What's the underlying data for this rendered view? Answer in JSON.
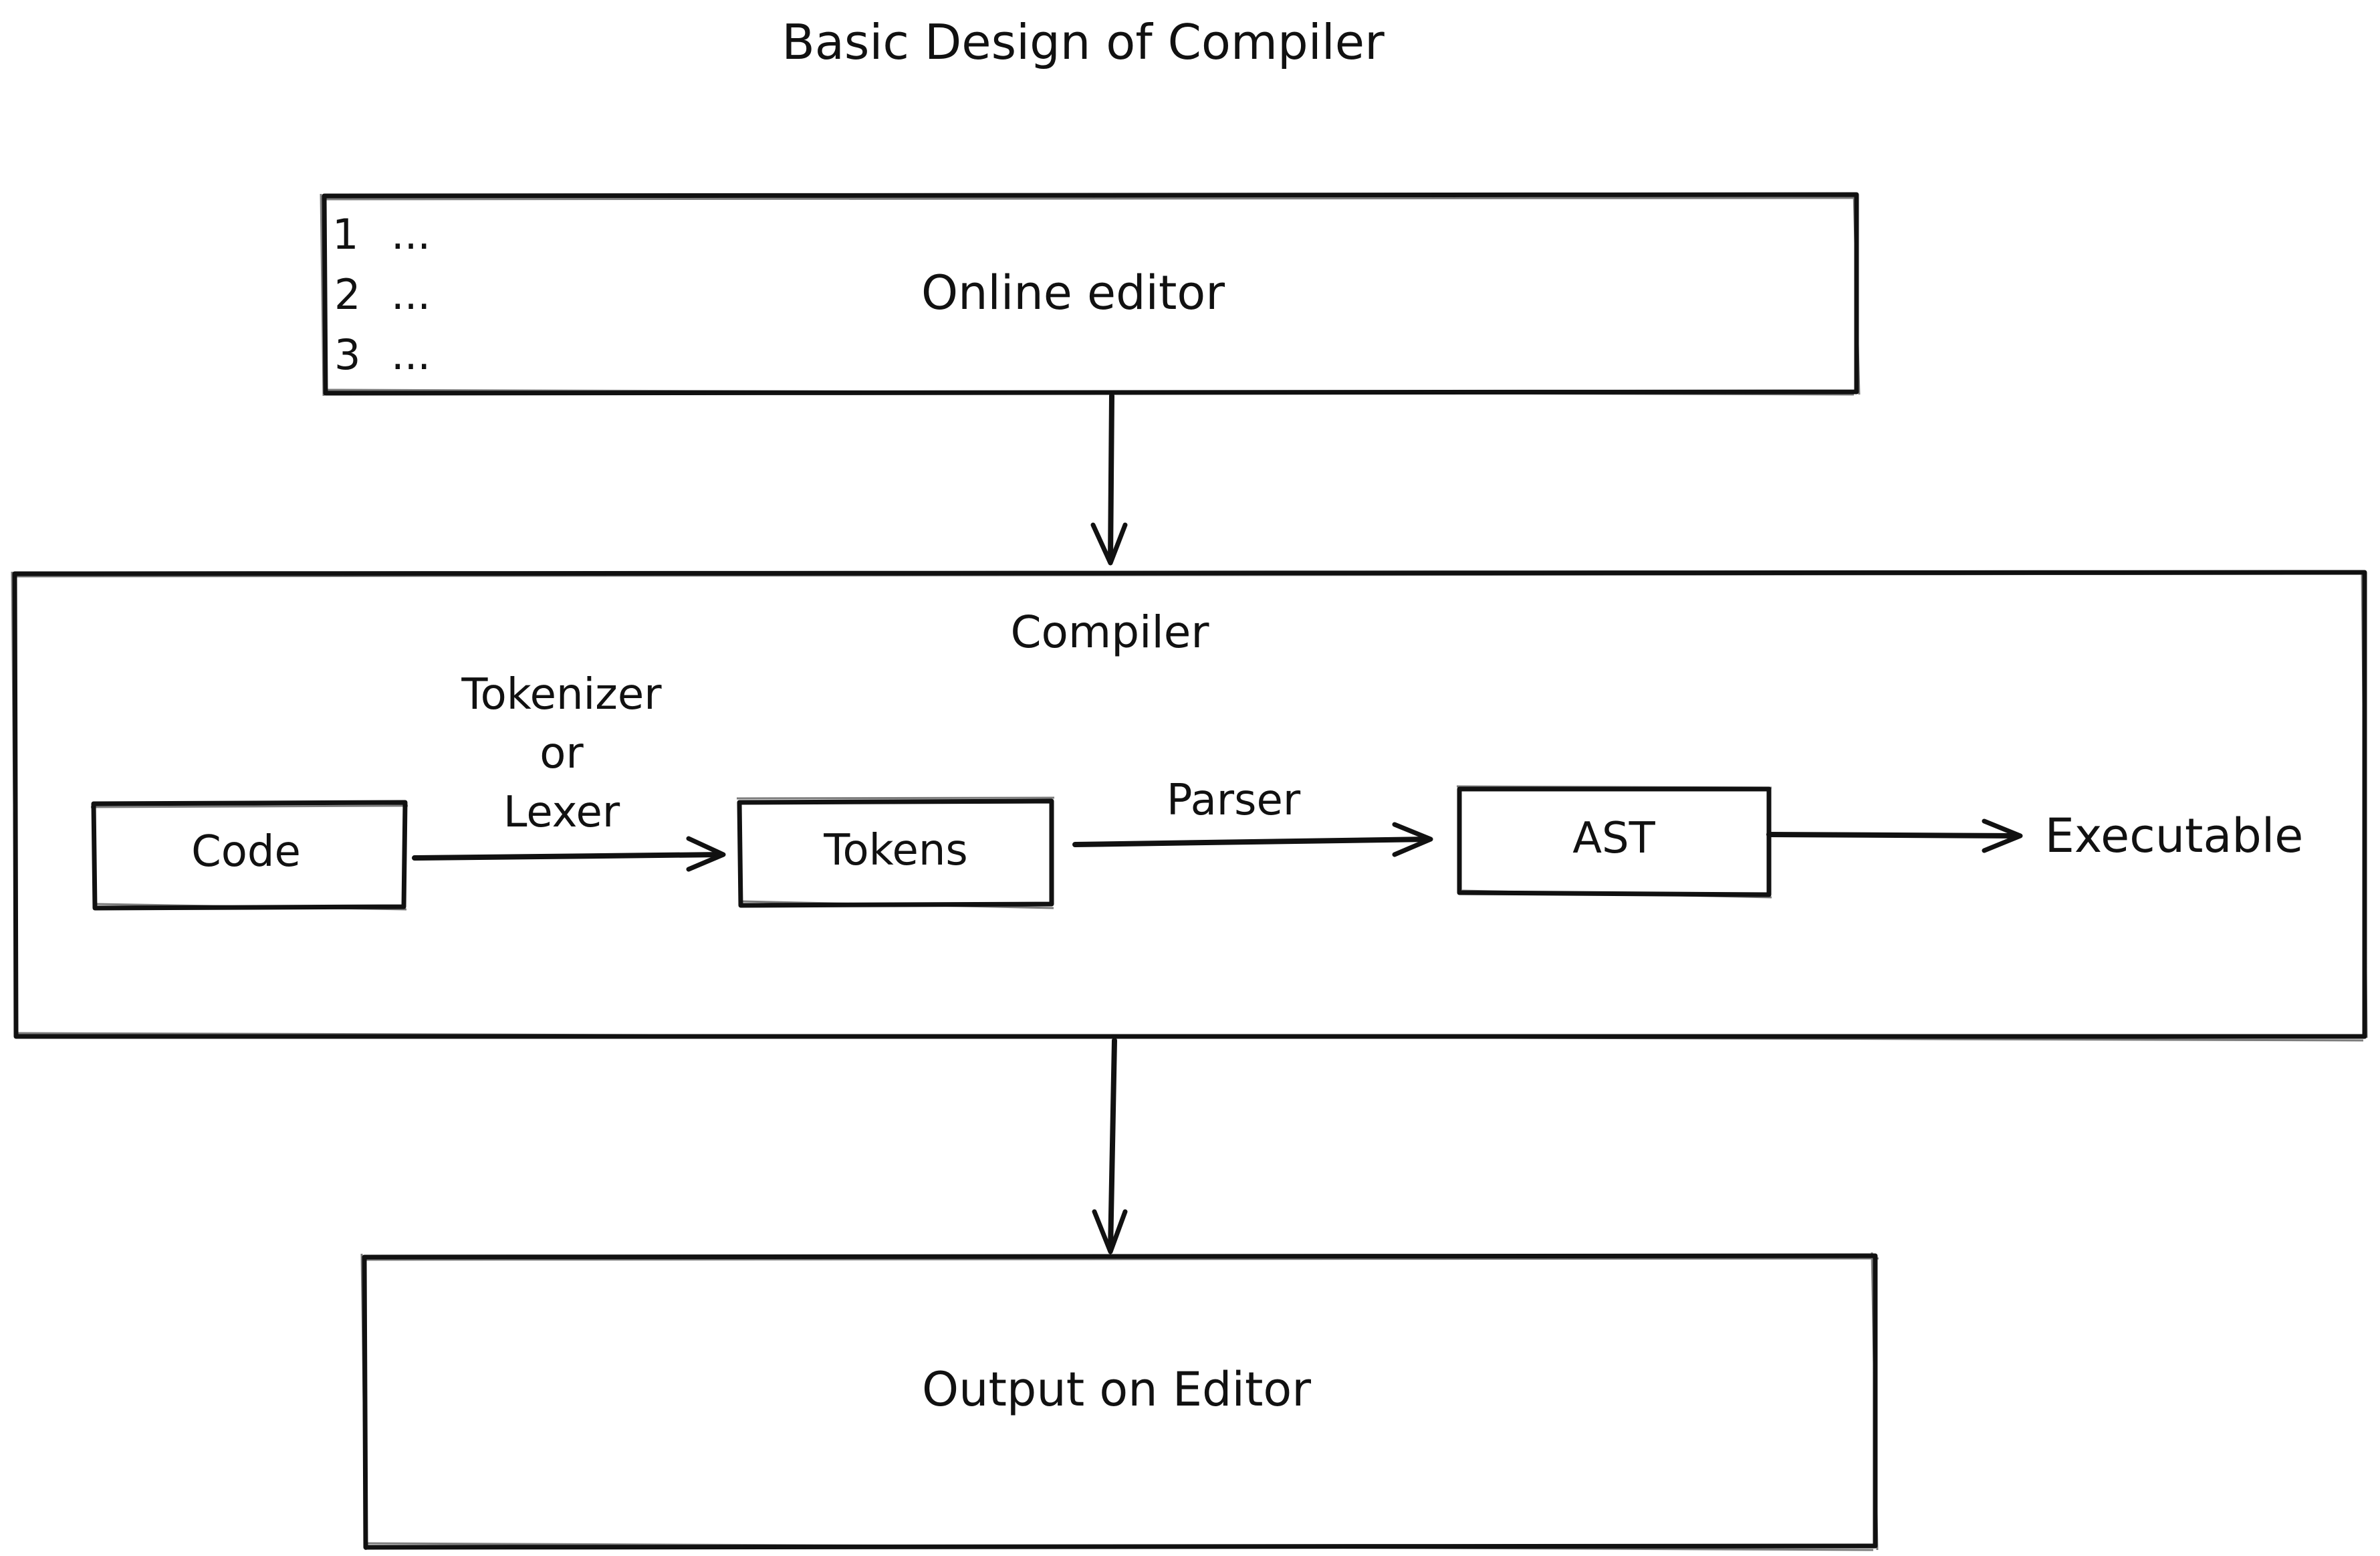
{
  "title": "Basic Design of Compiler",
  "online_editor": {
    "label": "Online editor",
    "lines": [
      {
        "number": "1",
        "text": "..."
      },
      {
        "number": "2",
        "text": "..."
      },
      {
        "number": "3",
        "text": "..."
      }
    ]
  },
  "compiler": {
    "label": "Compiler",
    "steps": {
      "code": "Code",
      "tokens": "Tokens",
      "ast": "AST",
      "executable": "Executable"
    },
    "edges": {
      "tokenizer_line1": "Tokenizer",
      "tokenizer_line2": "or",
      "tokenizer_line3": "Lexer",
      "parser": "Parser"
    }
  },
  "output": {
    "label": "Output on Editor"
  }
}
